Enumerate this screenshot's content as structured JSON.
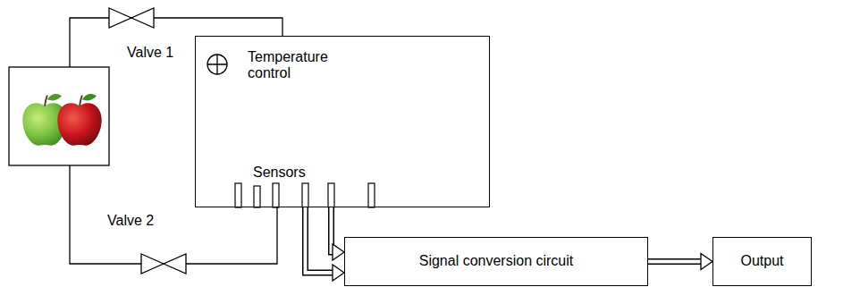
{
  "diagram": {
    "nodes": [
      {
        "text": [
          "Temperature control",
          "Sensors"
        ]
      },
      {
        "text": [
          "Signal conversion circuit"
        ]
      },
      {
        "text": [
          "Output"
        ]
      }
    ],
    "edges": [
      {
        "from": 0,
        "to": 1,
        "arrow": "to"
      },
      {
        "from": 0,
        "to": 1,
        "arrow": "to"
      },
      {
        "from": 1,
        "to": 2,
        "arrow": "to"
      }
    ],
    "labels": [
      "Valve 1",
      "Valve 2"
    ]
  }
}
